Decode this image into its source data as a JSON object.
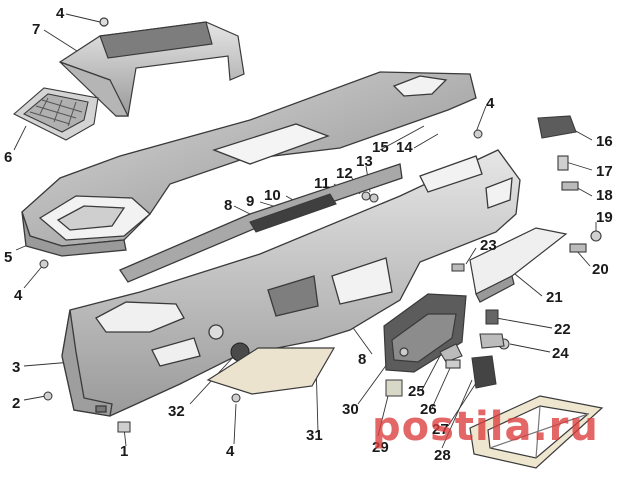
{
  "diagram": {
    "callouts": [
      "4",
      "7",
      "6",
      "5",
      "4",
      "3",
      "2",
      "1",
      "32",
      "4",
      "31",
      "29",
      "30",
      "8",
      "28",
      "27",
      "26",
      "25",
      "24",
      "22",
      "21",
      "20",
      "19",
      "18",
      "17",
      "16",
      "4",
      "14",
      "15",
      "13",
      "12",
      "11",
      "10",
      "9",
      "8",
      "23"
    ],
    "colors": {
      "part_fill": "#c9c9c9",
      "part_light": "#e2e2e2",
      "part_dark": "#8d8d8d",
      "outline": "#3a3a3a",
      "panel_beige": "#ece3cf",
      "dark_part": "#4a4a4a"
    }
  },
  "watermark": "postila.ru"
}
